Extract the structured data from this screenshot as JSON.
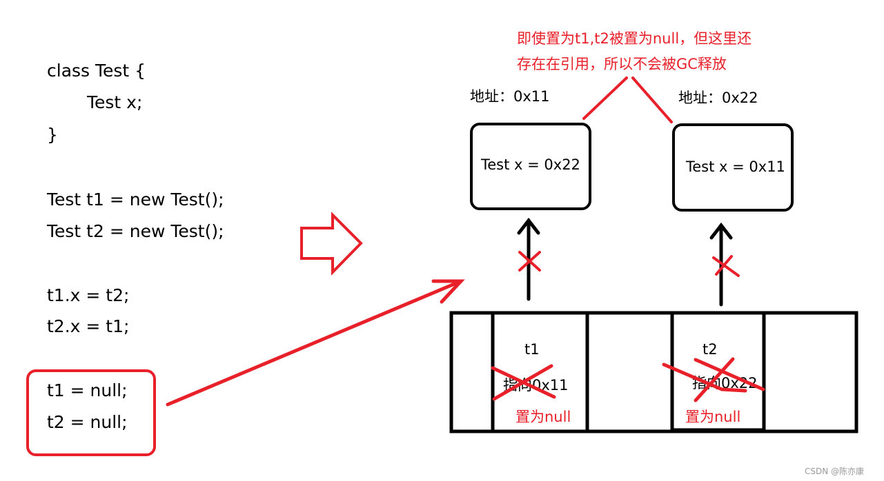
{
  "code": {
    "lines": [
      "class Test {",
      "Test x;",
      "}",
      "Test t1 = new Test();",
      "Test t2 = new Test();",
      "t1.x = t2;",
      "t2.x = t1;",
      "t1 = null;",
      "t2 = null;"
    ]
  },
  "objects": [
    {
      "address": "地址：0x11",
      "content": "Test x = 0x22"
    },
    {
      "address": "地址：0x22",
      "content": "Test x = 0x11"
    }
  ],
  "stack": [
    {
      "name": "t1",
      "ref": "指向0x11",
      "note": "置为null"
    },
    {
      "name": "t2",
      "ref": "指向0x22",
      "note": "置为null"
    }
  ],
  "annotation": [
    "即使置为t1,t2被置为null，但这里还",
    "存在在引用，所以不会被GC释放"
  ],
  "watermark": "CSDN @陈亦康",
  "colors": {
    "accent": "#e8202a",
    "ink": "#000000"
  }
}
